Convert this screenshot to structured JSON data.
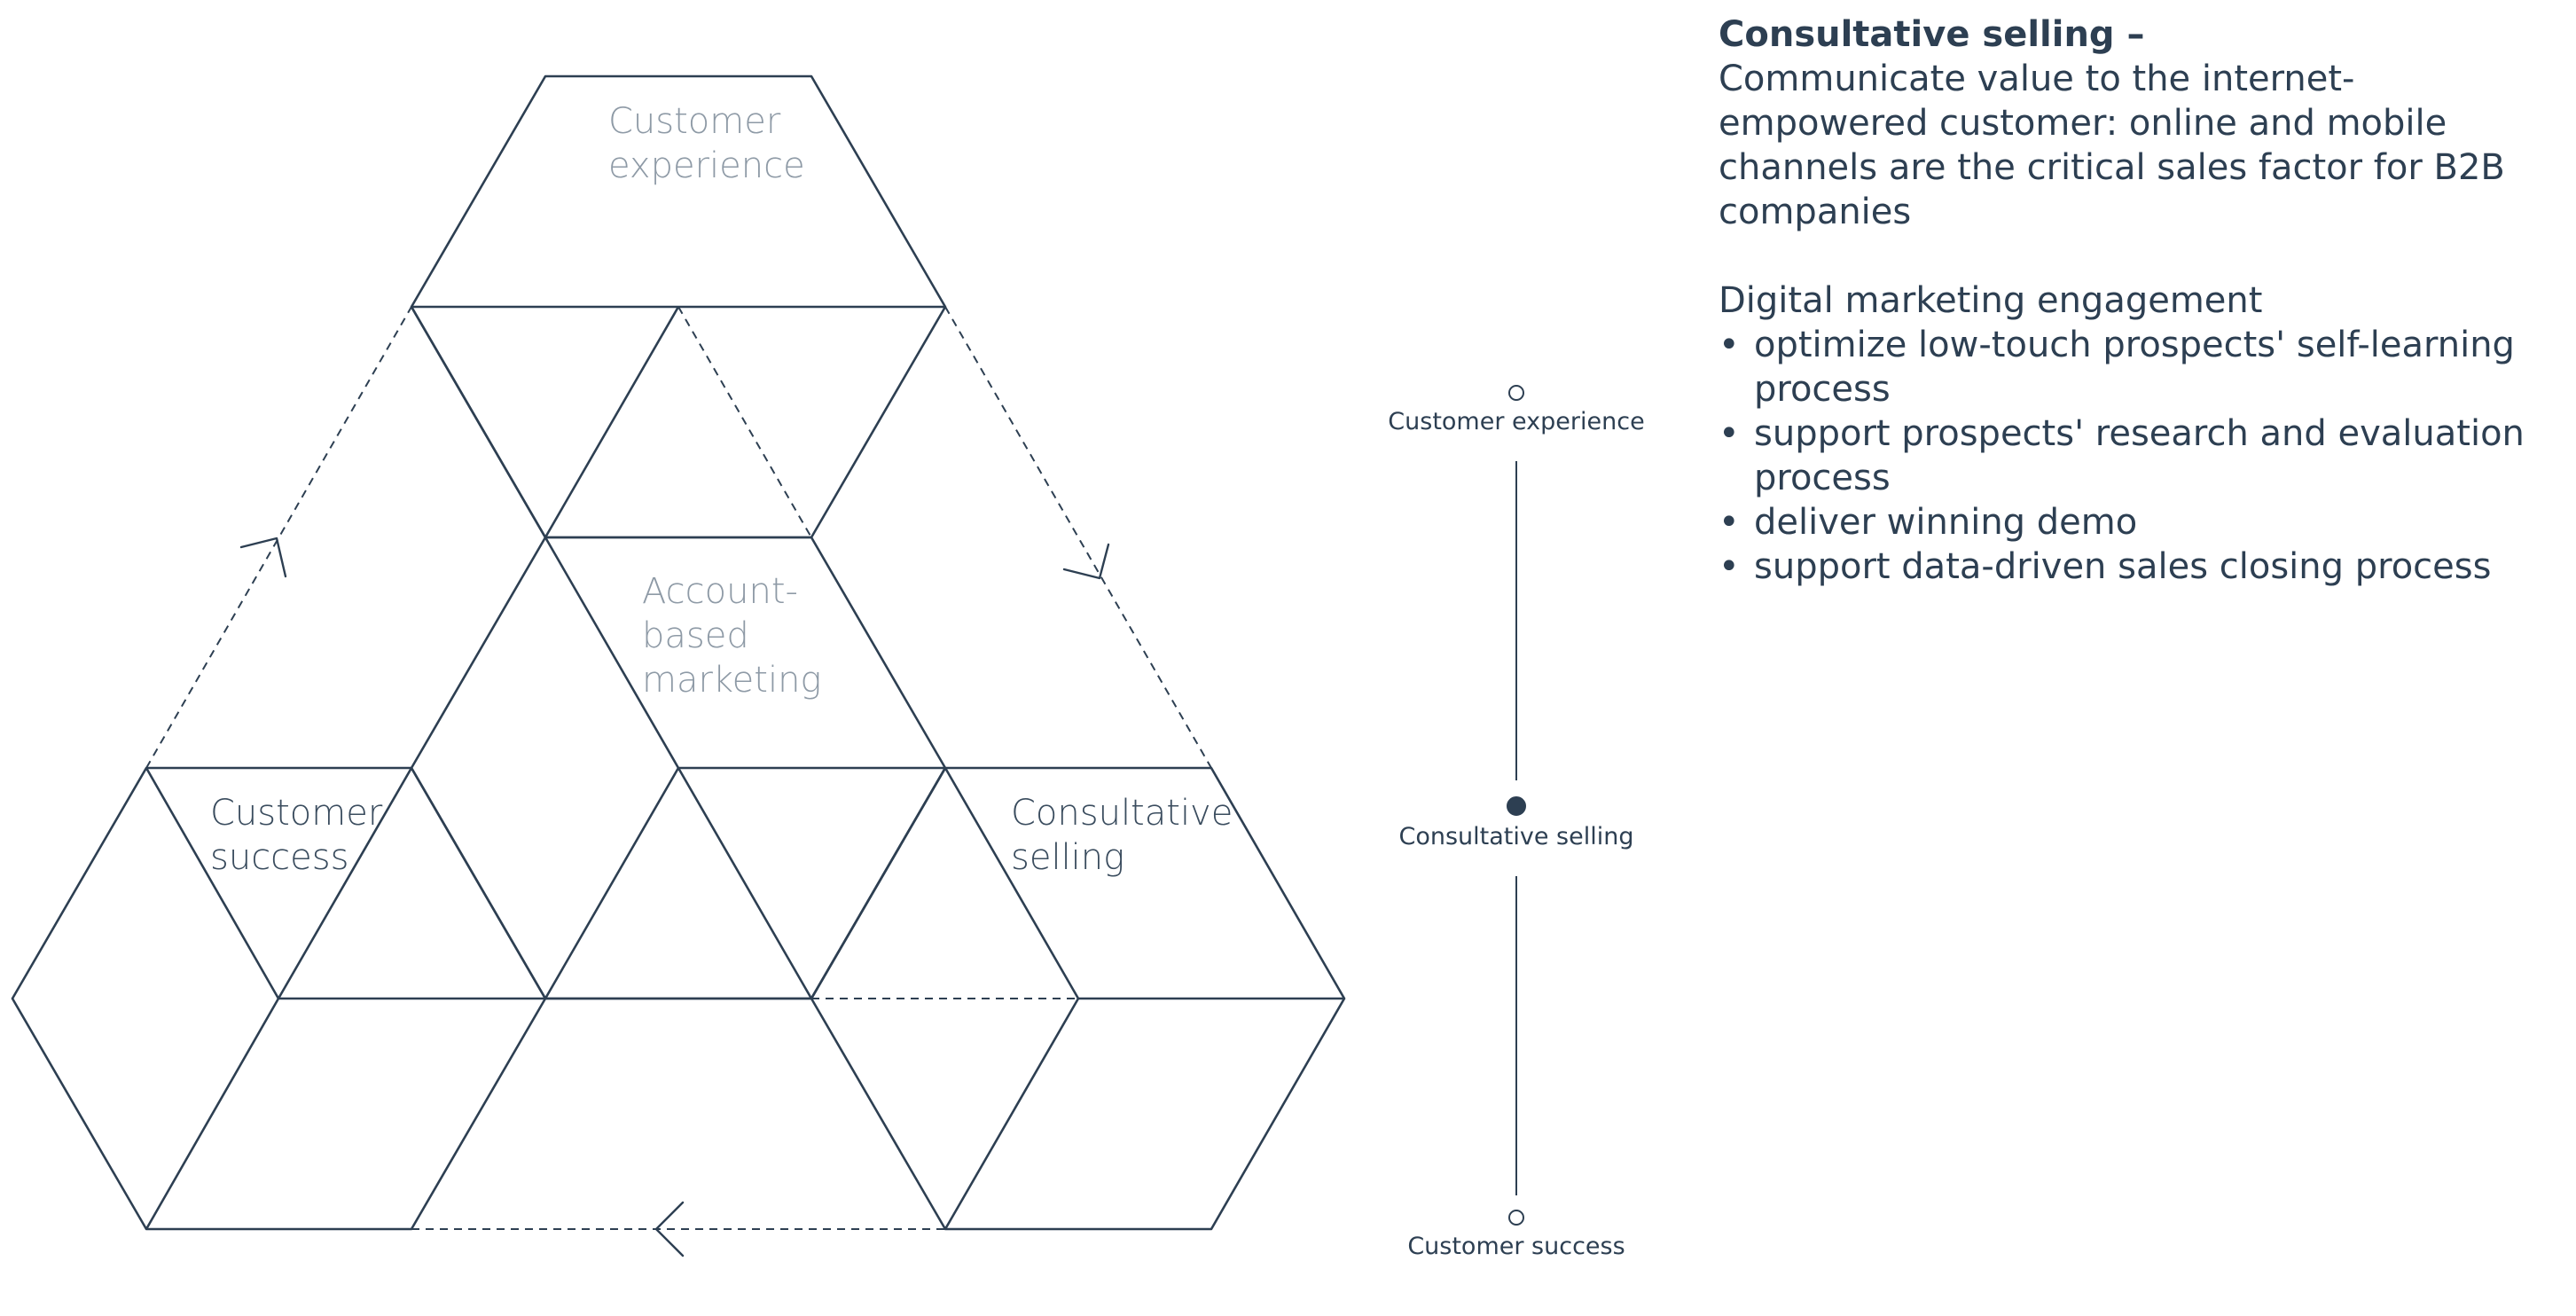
{
  "diagram": {
    "labels": {
      "customer_experience": [
        "Customer",
        "experience"
      ],
      "account_based_marketing": [
        "Account-",
        "based",
        "marketing"
      ],
      "customer_success": [
        "Customer",
        "success"
      ],
      "consultative_selling": [
        "Consultative",
        "selling"
      ]
    }
  },
  "stepper": {
    "steps": [
      {
        "label": "Customer experience",
        "active": false
      },
      {
        "label": "Consultative selling",
        "active": true
      },
      {
        "label": "Customer success",
        "active": false
      }
    ]
  },
  "detail": {
    "title": "Consultative selling –",
    "description": "Communicate value to the internet- empowered customer: online and mobile channels are the critical sales factor for B2B companies",
    "subheading": "Digital marketing engagement",
    "bullet_char": "•",
    "bullets": [
      "optimize low-touch prospects' self-learning process",
      "support prospects' research and evaluation process",
      "deliver winning demo",
      "support data-driven sales closing process"
    ]
  },
  "colors": {
    "ink": "#2d3f52",
    "muted_label": "#8e9aa6",
    "background": "#ffffff"
  }
}
